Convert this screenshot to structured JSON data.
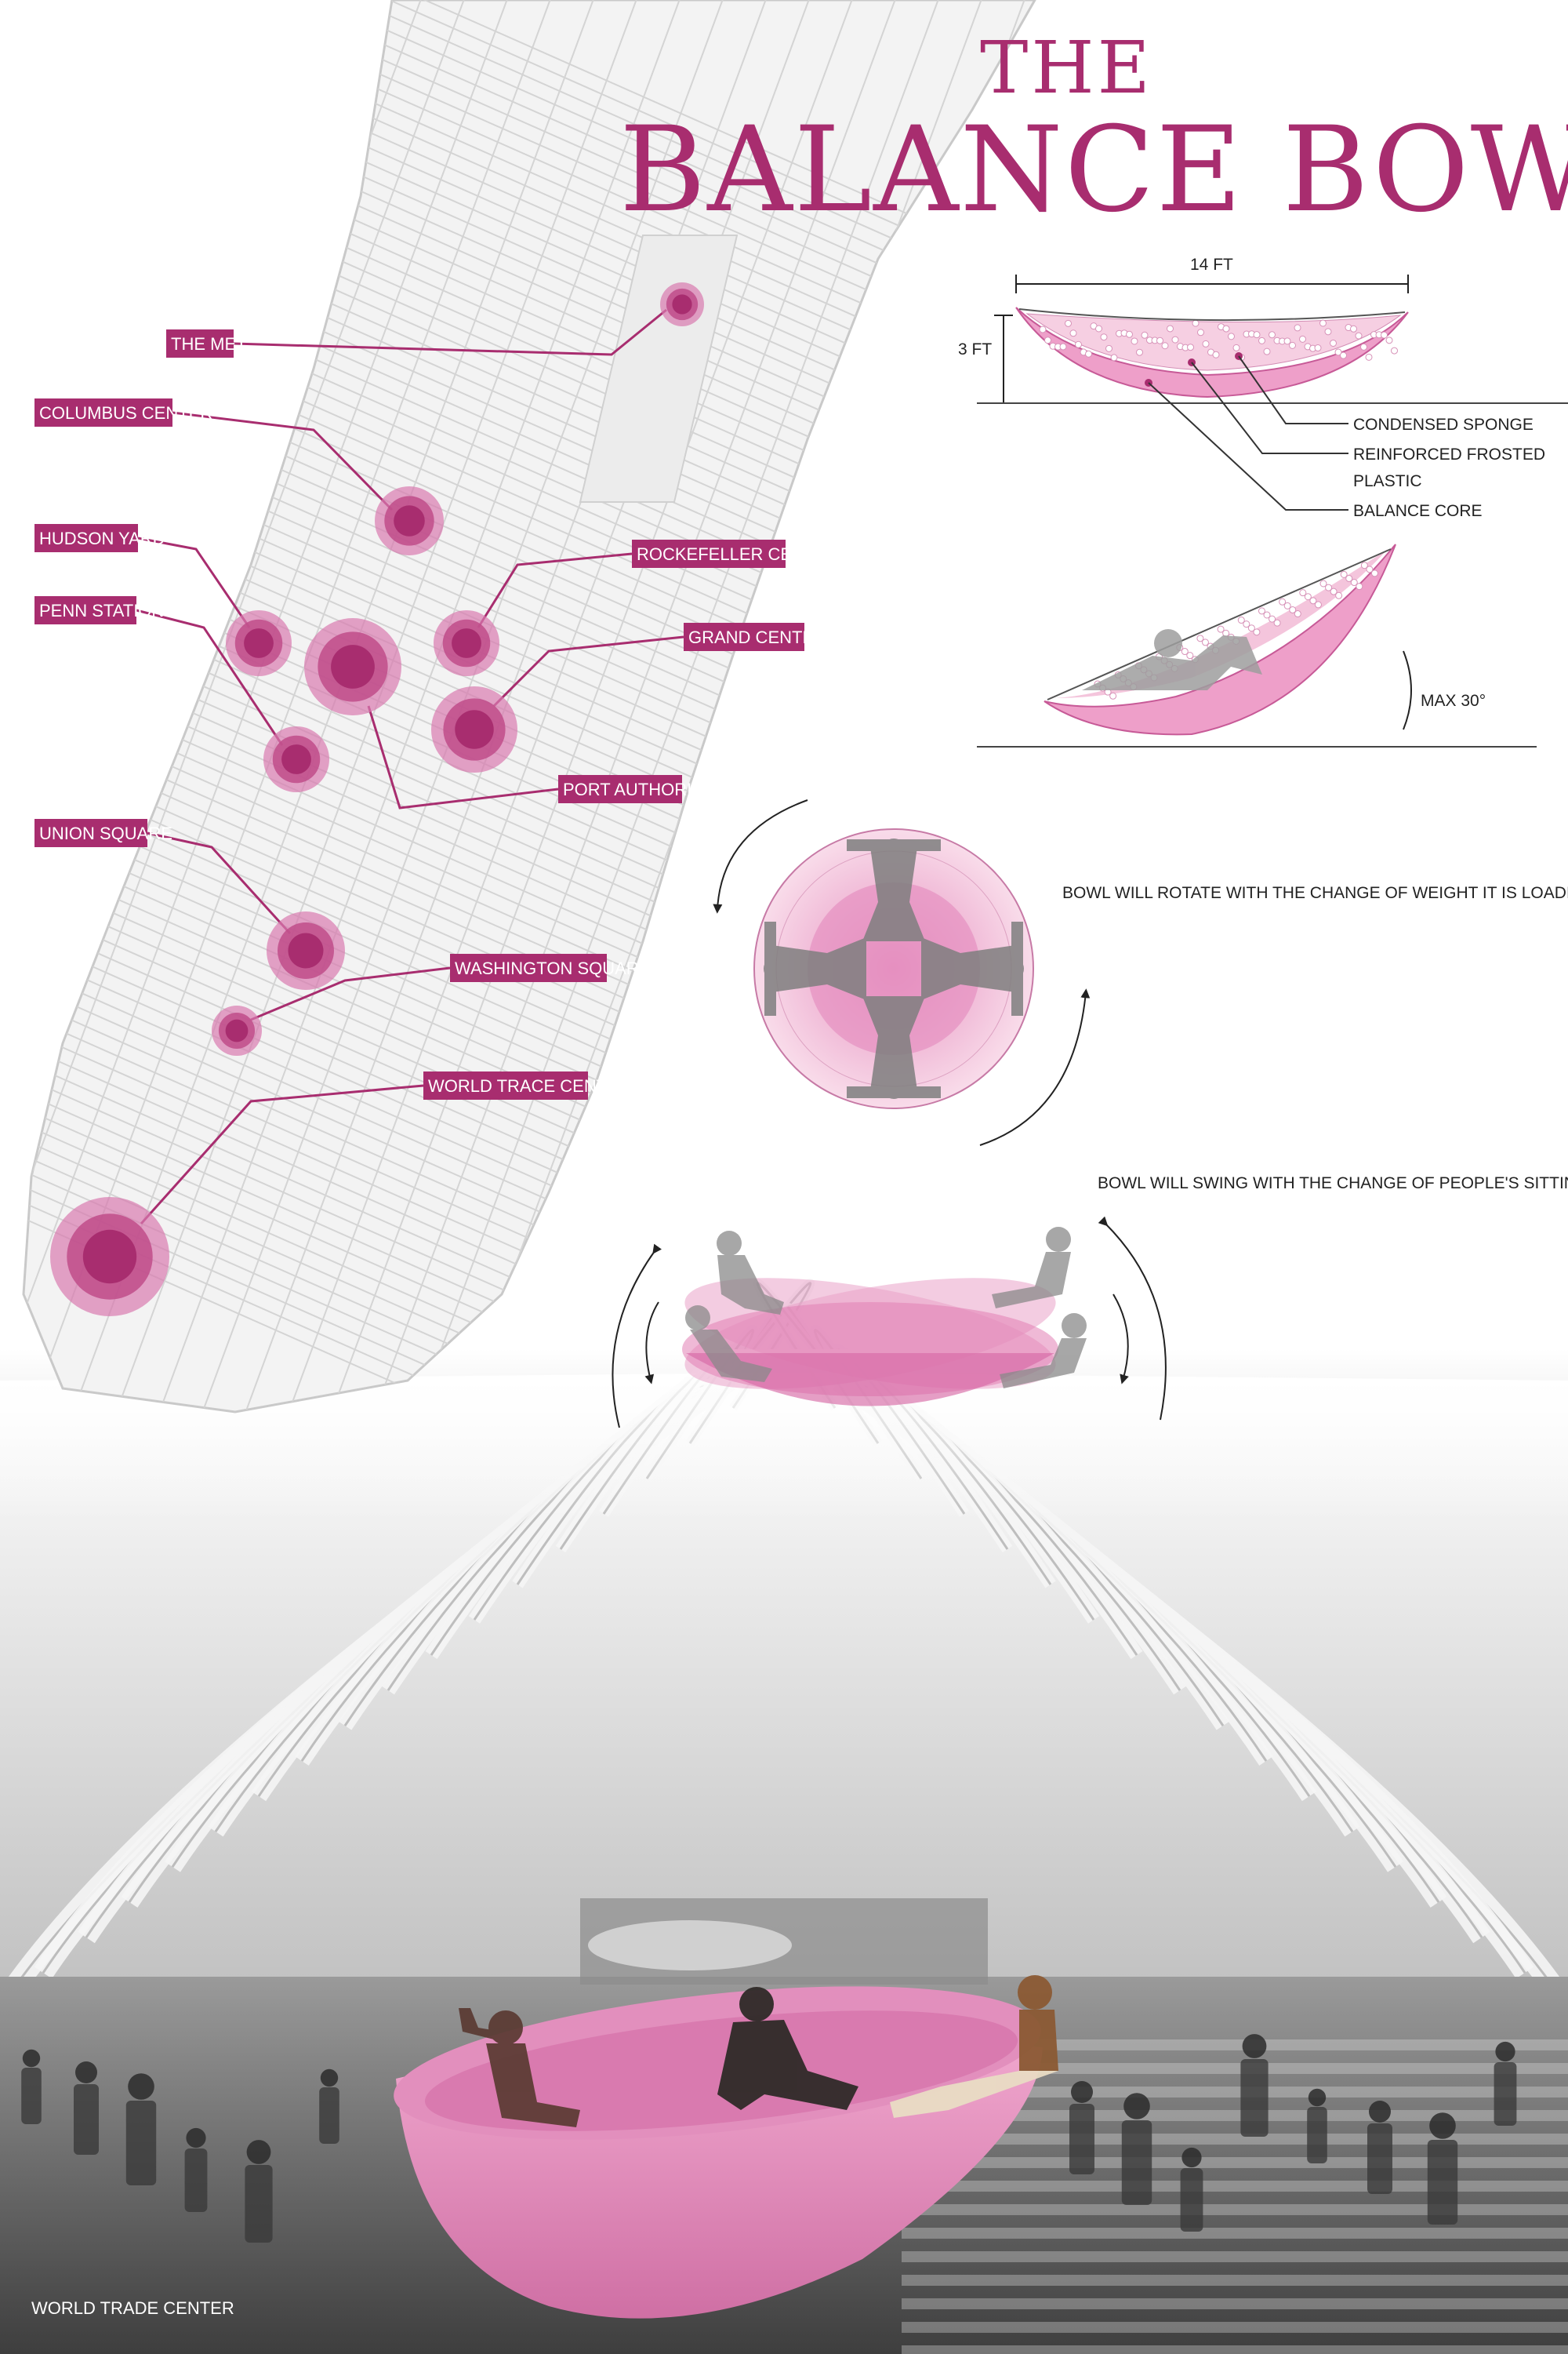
{
  "title": {
    "line1": "THE",
    "line2": "BALANCE BOWL"
  },
  "colors": {
    "accent": "#a82d6f",
    "pink": "#e8a3c7",
    "pink_light": "#f6cfe2",
    "ink": "#222222"
  },
  "map": {
    "locations": [
      {
        "label": "THE MET"
      },
      {
        "label": "COLUMBUS CENTER"
      },
      {
        "label": "HUDSON YARD"
      },
      {
        "label": "PENN STATION"
      },
      {
        "label": "ROCKEFELLER CENTER"
      },
      {
        "label": "GRAND CENTRAL"
      },
      {
        "label": "PORT AUTHORITY"
      },
      {
        "label": "UNION SQUARE"
      },
      {
        "label": "WASHINGTON SQUARE"
      },
      {
        "label": "WORLD TRACE CENTER"
      }
    ]
  },
  "section_diagram": {
    "width_label": "14 FT",
    "height_label": "3 FT",
    "layers": [
      "CONDENSED SPONGE",
      "REINFORCED FROSTED",
      "PLASTIC",
      "BALANCE CORE"
    ],
    "tilt_label": "MAX 30°"
  },
  "rotate_note": "BOWL  WILL ROTATE WITH THE CHANGE OF WEIGHT IT IS LOADING",
  "swing_note": "BOWL  WILL SWING WITH THE CHANGE OF PEOPLE'S SITTING",
  "photo_caption": "WORLD TRADE CENTER"
}
